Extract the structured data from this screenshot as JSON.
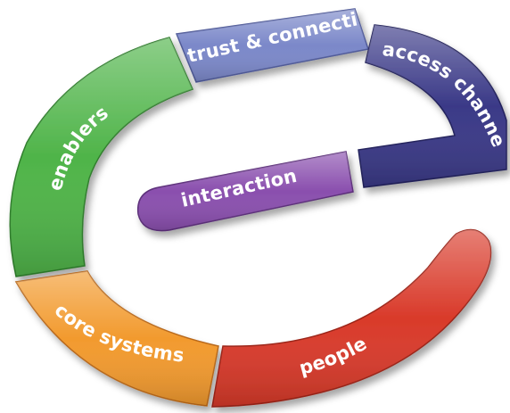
{
  "diagram": {
    "segments": [
      {
        "id": "trust",
        "label": "trust & connections",
        "color": "#7b88c9",
        "dark": "#4f5a99"
      },
      {
        "id": "access",
        "label": "access channels",
        "color": "#3a3987",
        "dark": "#22215c"
      },
      {
        "id": "interactions",
        "label": "interactions",
        "color": "#8a4fae",
        "dark": "#5c2f7a"
      },
      {
        "id": "enablers",
        "label": "enablers",
        "color": "#4fb449",
        "dark": "#2f7d2c"
      },
      {
        "id": "core",
        "label": "core systems",
        "color": "#f29a2e",
        "dark": "#b8681a"
      },
      {
        "id": "people",
        "label": "people",
        "color": "#d93a2a",
        "dark": "#9c2418"
      }
    ]
  }
}
